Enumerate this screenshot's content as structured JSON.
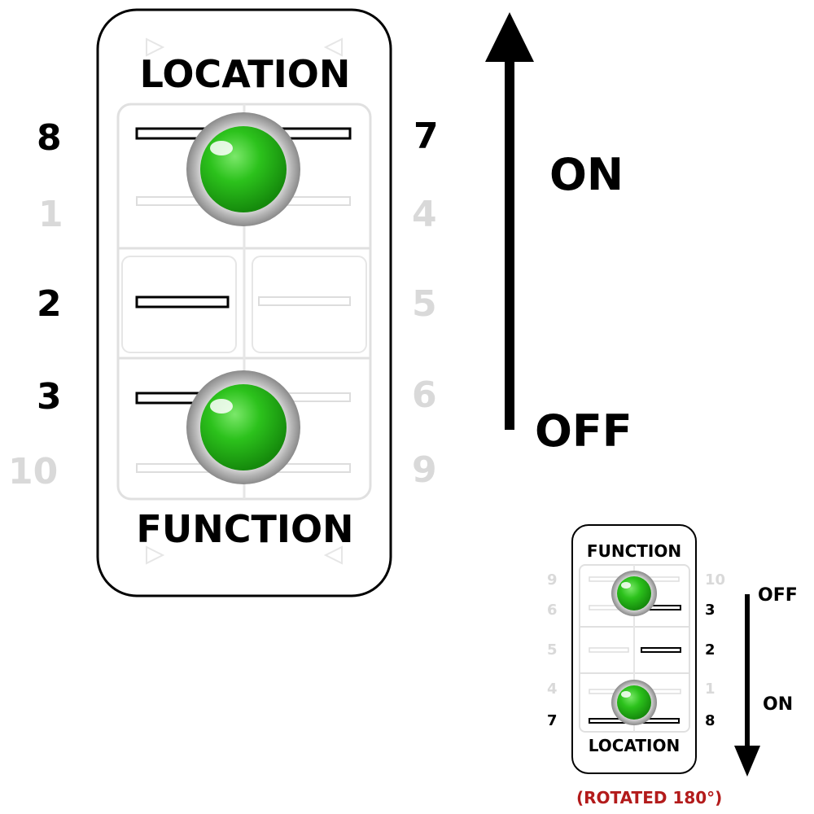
{
  "main_switch": {
    "top_label": "LOCATION",
    "bottom_label": "FUNCTION",
    "left_pins": [
      "8",
      "1",
      "2",
      "3",
      "10"
    ],
    "right_pins": [
      "7",
      "4",
      "5",
      "6",
      "9"
    ]
  },
  "direction": {
    "on_label": "ON",
    "off_label": "OFF"
  },
  "rotated_switch": {
    "top_label": "FUNCTION",
    "bottom_label": "LOCATION",
    "left_pins": [
      "9",
      "6",
      "5",
      "4",
      "7"
    ],
    "right_pins": [
      "10",
      "3",
      "2",
      "1",
      "8"
    ],
    "off_label": "OFF",
    "on_label": "ON",
    "caption": "(ROTATED 180°)"
  },
  "colors": {
    "led_green": "#22b014",
    "active_pin": "#000000",
    "inactive_pin": "#d9d9d9",
    "caption_red": "#b31b1b"
  }
}
